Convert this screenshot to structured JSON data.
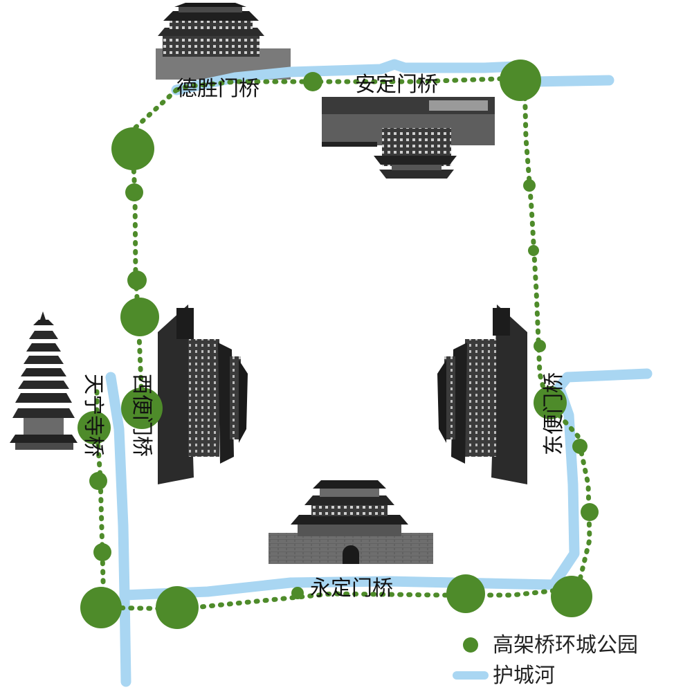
{
  "colors": {
    "park_green": "#4e8b2a",
    "moat_blue": "#a9d6f2",
    "text": "#111111"
  },
  "labels": {
    "deshengmen": "德胜门桥",
    "andingmen": "安定门桥",
    "xibianmen": "西便门桥",
    "dongbianmen": "东便门桥",
    "tianningsi": "天宁寺桥",
    "yongdingmen": "永定门桥"
  },
  "legend": {
    "park": "高架桥环城公园",
    "moat": "护城河"
  },
  "icons": [
    "gate-tower-deshengmen-icon",
    "gate-tower-andingmen-icon",
    "gate-tower-xibianmen-icon",
    "gate-tower-dongbianmen-icon",
    "gate-tower-yongdingmen-icon",
    "pagoda-tianningsi-icon"
  ]
}
